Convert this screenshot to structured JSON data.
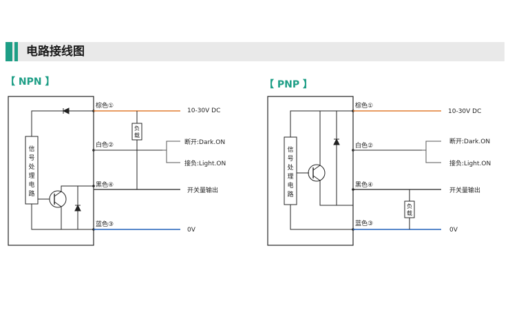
{
  "section": {
    "title": "电路接线图"
  },
  "npn": {
    "label": "【 NPN 】",
    "processor_label": [
      "信",
      "号",
      "处",
      "理",
      "电",
      "路"
    ],
    "load_label": [
      "负",
      "载"
    ],
    "wires": [
      {
        "color_name": "棕色①",
        "signal": "10-30V  DC",
        "wire_color": "#e07a2e"
      },
      {
        "color_name": "白色②",
        "signal": "",
        "wire_color": "#555555"
      },
      {
        "color_name": "黑色④",
        "signal": "开关量输出",
        "wire_color": "#333333"
      },
      {
        "color_name": "蓝色③",
        "signal": "0V",
        "wire_color": "#1f5fb8"
      }
    ],
    "dark_on": "断开:Dark.ON",
    "light_on": "接负:Light.ON"
  },
  "pnp": {
    "label": "【 PNP 】",
    "processor_label": [
      "信",
      "号",
      "处",
      "理",
      "电",
      "路"
    ],
    "load_label": [
      "负",
      "载"
    ],
    "wires": [
      {
        "color_name": "棕色①",
        "signal": "10-30V  DC",
        "wire_color": "#e07a2e"
      },
      {
        "color_name": "白色②",
        "signal": "",
        "wire_color": "#555555"
      },
      {
        "color_name": "黑色④",
        "signal": "开关量输出",
        "wire_color": "#333333"
      },
      {
        "color_name": "蓝色③",
        "signal": "0V",
        "wire_color": "#1f5fb8"
      }
    ],
    "dark_on": "断开:Dark.ON",
    "light_on": "接负:Light.ON"
  }
}
